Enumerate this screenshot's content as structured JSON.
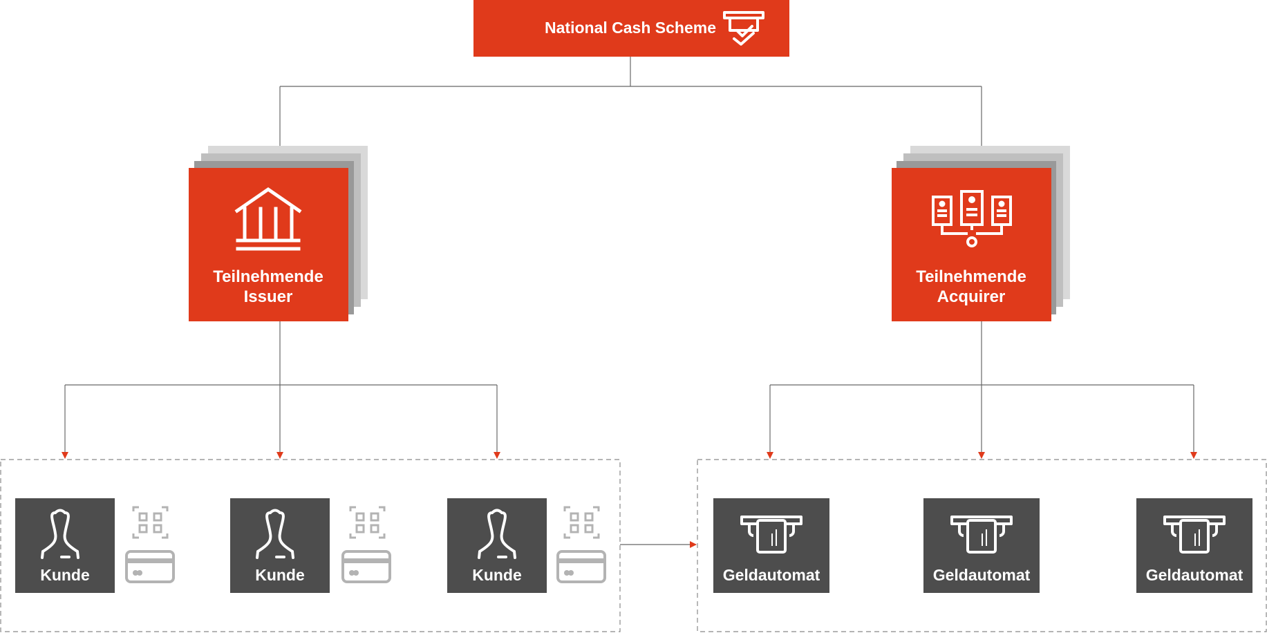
{
  "colors": {
    "accent": "#e03a1b",
    "dark_box": "#4d4d4d",
    "line": "#666666",
    "stack_light": "#d9d9d9",
    "stack_mid": "#bfbfbf",
    "stack_dark": "#999999",
    "icon_grey": "#b3b3b3",
    "dashed_border": "#888888"
  },
  "scheme": {
    "label": "National Cash Scheme",
    "icon": "cash-dispense-icon"
  },
  "issuer": {
    "line1": "Teilnehmende",
    "line2": "Issuer",
    "icon": "bank-icon"
  },
  "acquirer": {
    "line1": "Teilnehmende",
    "line2": "Acquirer",
    "icon": "servers-icon"
  },
  "customers": [
    {
      "label": "Kunde",
      "icon": "user-icon"
    },
    {
      "label": "Kunde",
      "icon": "user-icon"
    },
    {
      "label": "Kunde",
      "icon": "user-icon"
    }
  ],
  "atms": [
    {
      "label": "Geldautomat",
      "icon": "atm-icon"
    },
    {
      "label": "Geldautomat",
      "icon": "atm-icon"
    },
    {
      "label": "Geldautomat",
      "icon": "atm-icon"
    }
  ],
  "payment_icons": [
    "qr-code-icon",
    "card-icon"
  ]
}
